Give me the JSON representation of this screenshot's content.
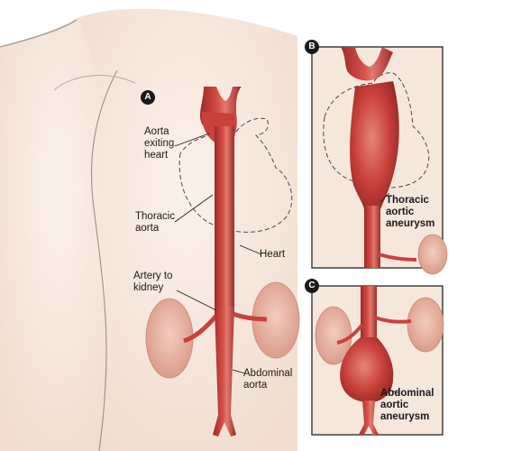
{
  "figure": {
    "panels": [
      {
        "badge": "A"
      },
      {
        "badge": "B"
      },
      {
        "badge": "C"
      }
    ],
    "labels": {
      "aorta_exiting_heart": "Aorta exiting heart",
      "thoracic_aorta": "Thoracic aorta",
      "heart": "Heart",
      "artery_to_kidney": "Artery to kidney",
      "abdominal_aorta": "Abdominal aorta",
      "thoracic_aortic_aneurysm": "Thoracic aortic aneurysm",
      "abdominal_aortic_aneurysm": "Abdominal aortic aneurysm"
    },
    "colors": {
      "skin": "#f6e7dd",
      "skin_outline": "#9a8f88",
      "artery": "#c9413b",
      "artery_dark": "#9e2a26",
      "artery_light": "#e27a6f",
      "kidney": "#e8b4a4",
      "panel_border": "#333333"
    }
  }
}
